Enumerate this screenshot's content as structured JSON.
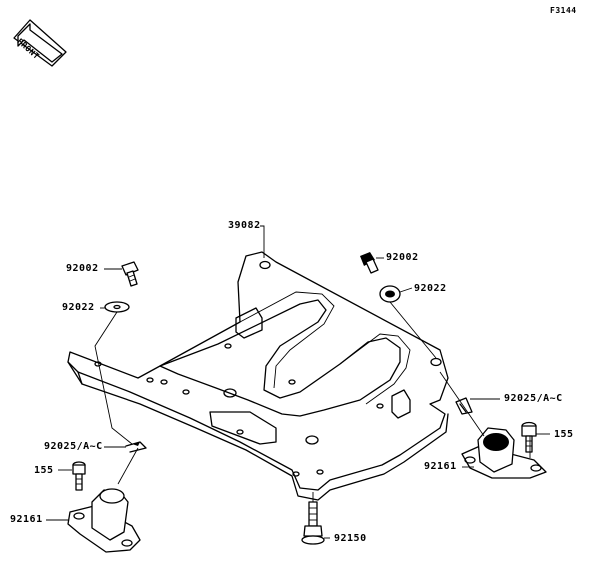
{
  "diagram": {
    "figure_code": "F3144",
    "front_label": "FRONT",
    "labels": {
      "frame": "39082",
      "bolt_left": "92002",
      "bolt_right": "92002",
      "washer_left": "92022",
      "washer_right": "92022",
      "pin_left": "92025/A~C",
      "pin_right": "92025/A~C",
      "bolt155_left": "155",
      "bolt155_right": "155",
      "mount_left": "92161",
      "mount_right": "92161",
      "bolt_bottom": "92150"
    }
  }
}
